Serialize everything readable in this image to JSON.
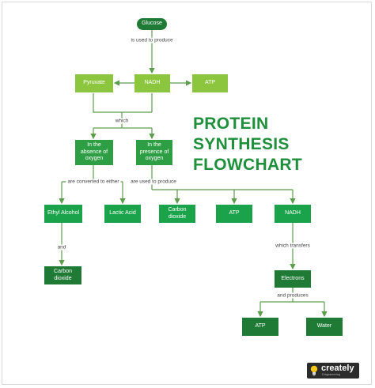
{
  "diagram": {
    "title_lines": [
      "PROTEIN",
      "SYNTHESIS",
      "FLOWCHART"
    ],
    "colors": {
      "light": "#8cc63f",
      "mid": "#2e9e45",
      "dark": "#1f7a35",
      "title": "#1e8f3a",
      "connector": "#5c9e4c"
    },
    "nodes": {
      "glucose": "Glucose",
      "pyruvate": "Pyruvate",
      "nadh_top": "NADH",
      "atp_top": "ATP",
      "absence": "In the absence of oxygen",
      "presence": "In the presence of oxygen",
      "ethyl_alcohol": "Ethyl Alcohol",
      "lactic_acid": "Lactic Acid",
      "carbon_dioxide_mid": "Carbon dioxide",
      "atp_mid": "ATP",
      "nadh_mid": "NADH",
      "carbon_dioxide_bottom": "Carbon dioxide",
      "electrons": "Electrons",
      "atp_bottom": "ATP",
      "water": "Water"
    },
    "edge_labels": {
      "used_to_produce": "is used to produce",
      "which": "which",
      "converted": "are converted to either",
      "used_produce": "are used to produce",
      "and": "and",
      "which_transfers": "which transfers",
      "and_produces": "and produces"
    }
  },
  "branding": {
    "name": "creately",
    "subtitle": "Diagramming"
  }
}
